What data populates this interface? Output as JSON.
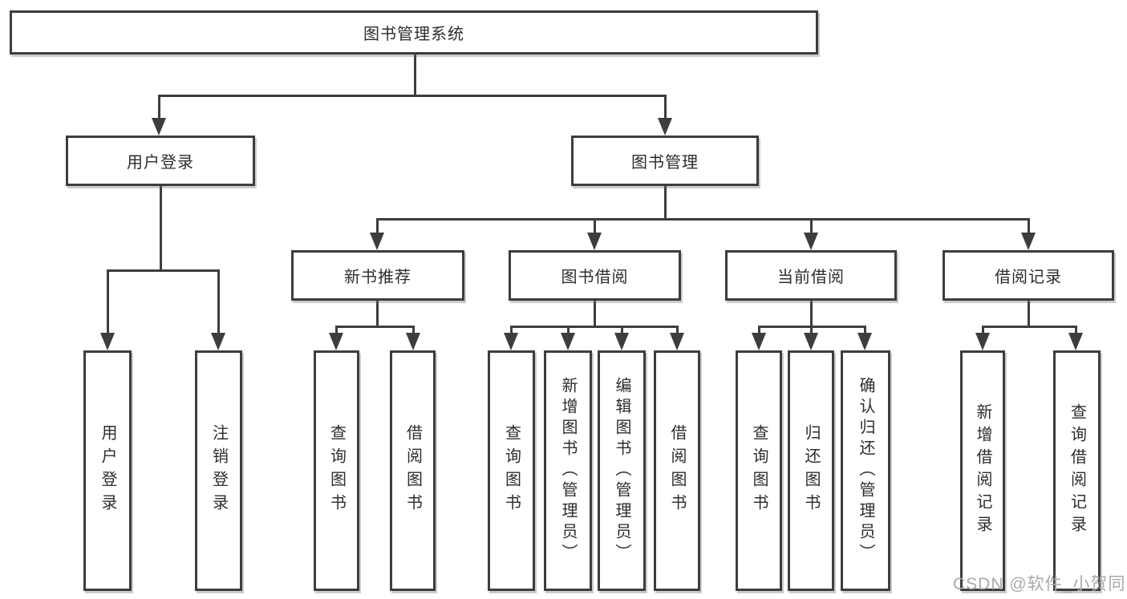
{
  "colors": {
    "line": "#3d3d3d",
    "box_border": "#3d3d3d",
    "text": "#2d2d2d",
    "background": "#ffffff",
    "watermark": "#a9a9a9"
  },
  "watermark": "CSDN @软件_小贺同学",
  "tree": {
    "root": "图书管理系统",
    "level2": [
      "用户登录",
      "图书管理"
    ],
    "level3": [
      "新书推荐",
      "图书借阅",
      "当前借阅",
      "借阅记录"
    ],
    "leaves": {
      "user_login": [
        "用户登录",
        "注销登录"
      ],
      "new_book_recommend": [
        "查询图书",
        "借阅图书"
      ],
      "book_borrow": [
        "查询图书",
        "新增图书（管理员）",
        "编辑图书（管理员）",
        "借阅图书"
      ],
      "current_borrow": [
        "查询图书",
        "归还图书",
        "确认归还（管理员）"
      ],
      "borrow_records": [
        "新增借阅记录",
        "查询借阅记录"
      ]
    }
  }
}
